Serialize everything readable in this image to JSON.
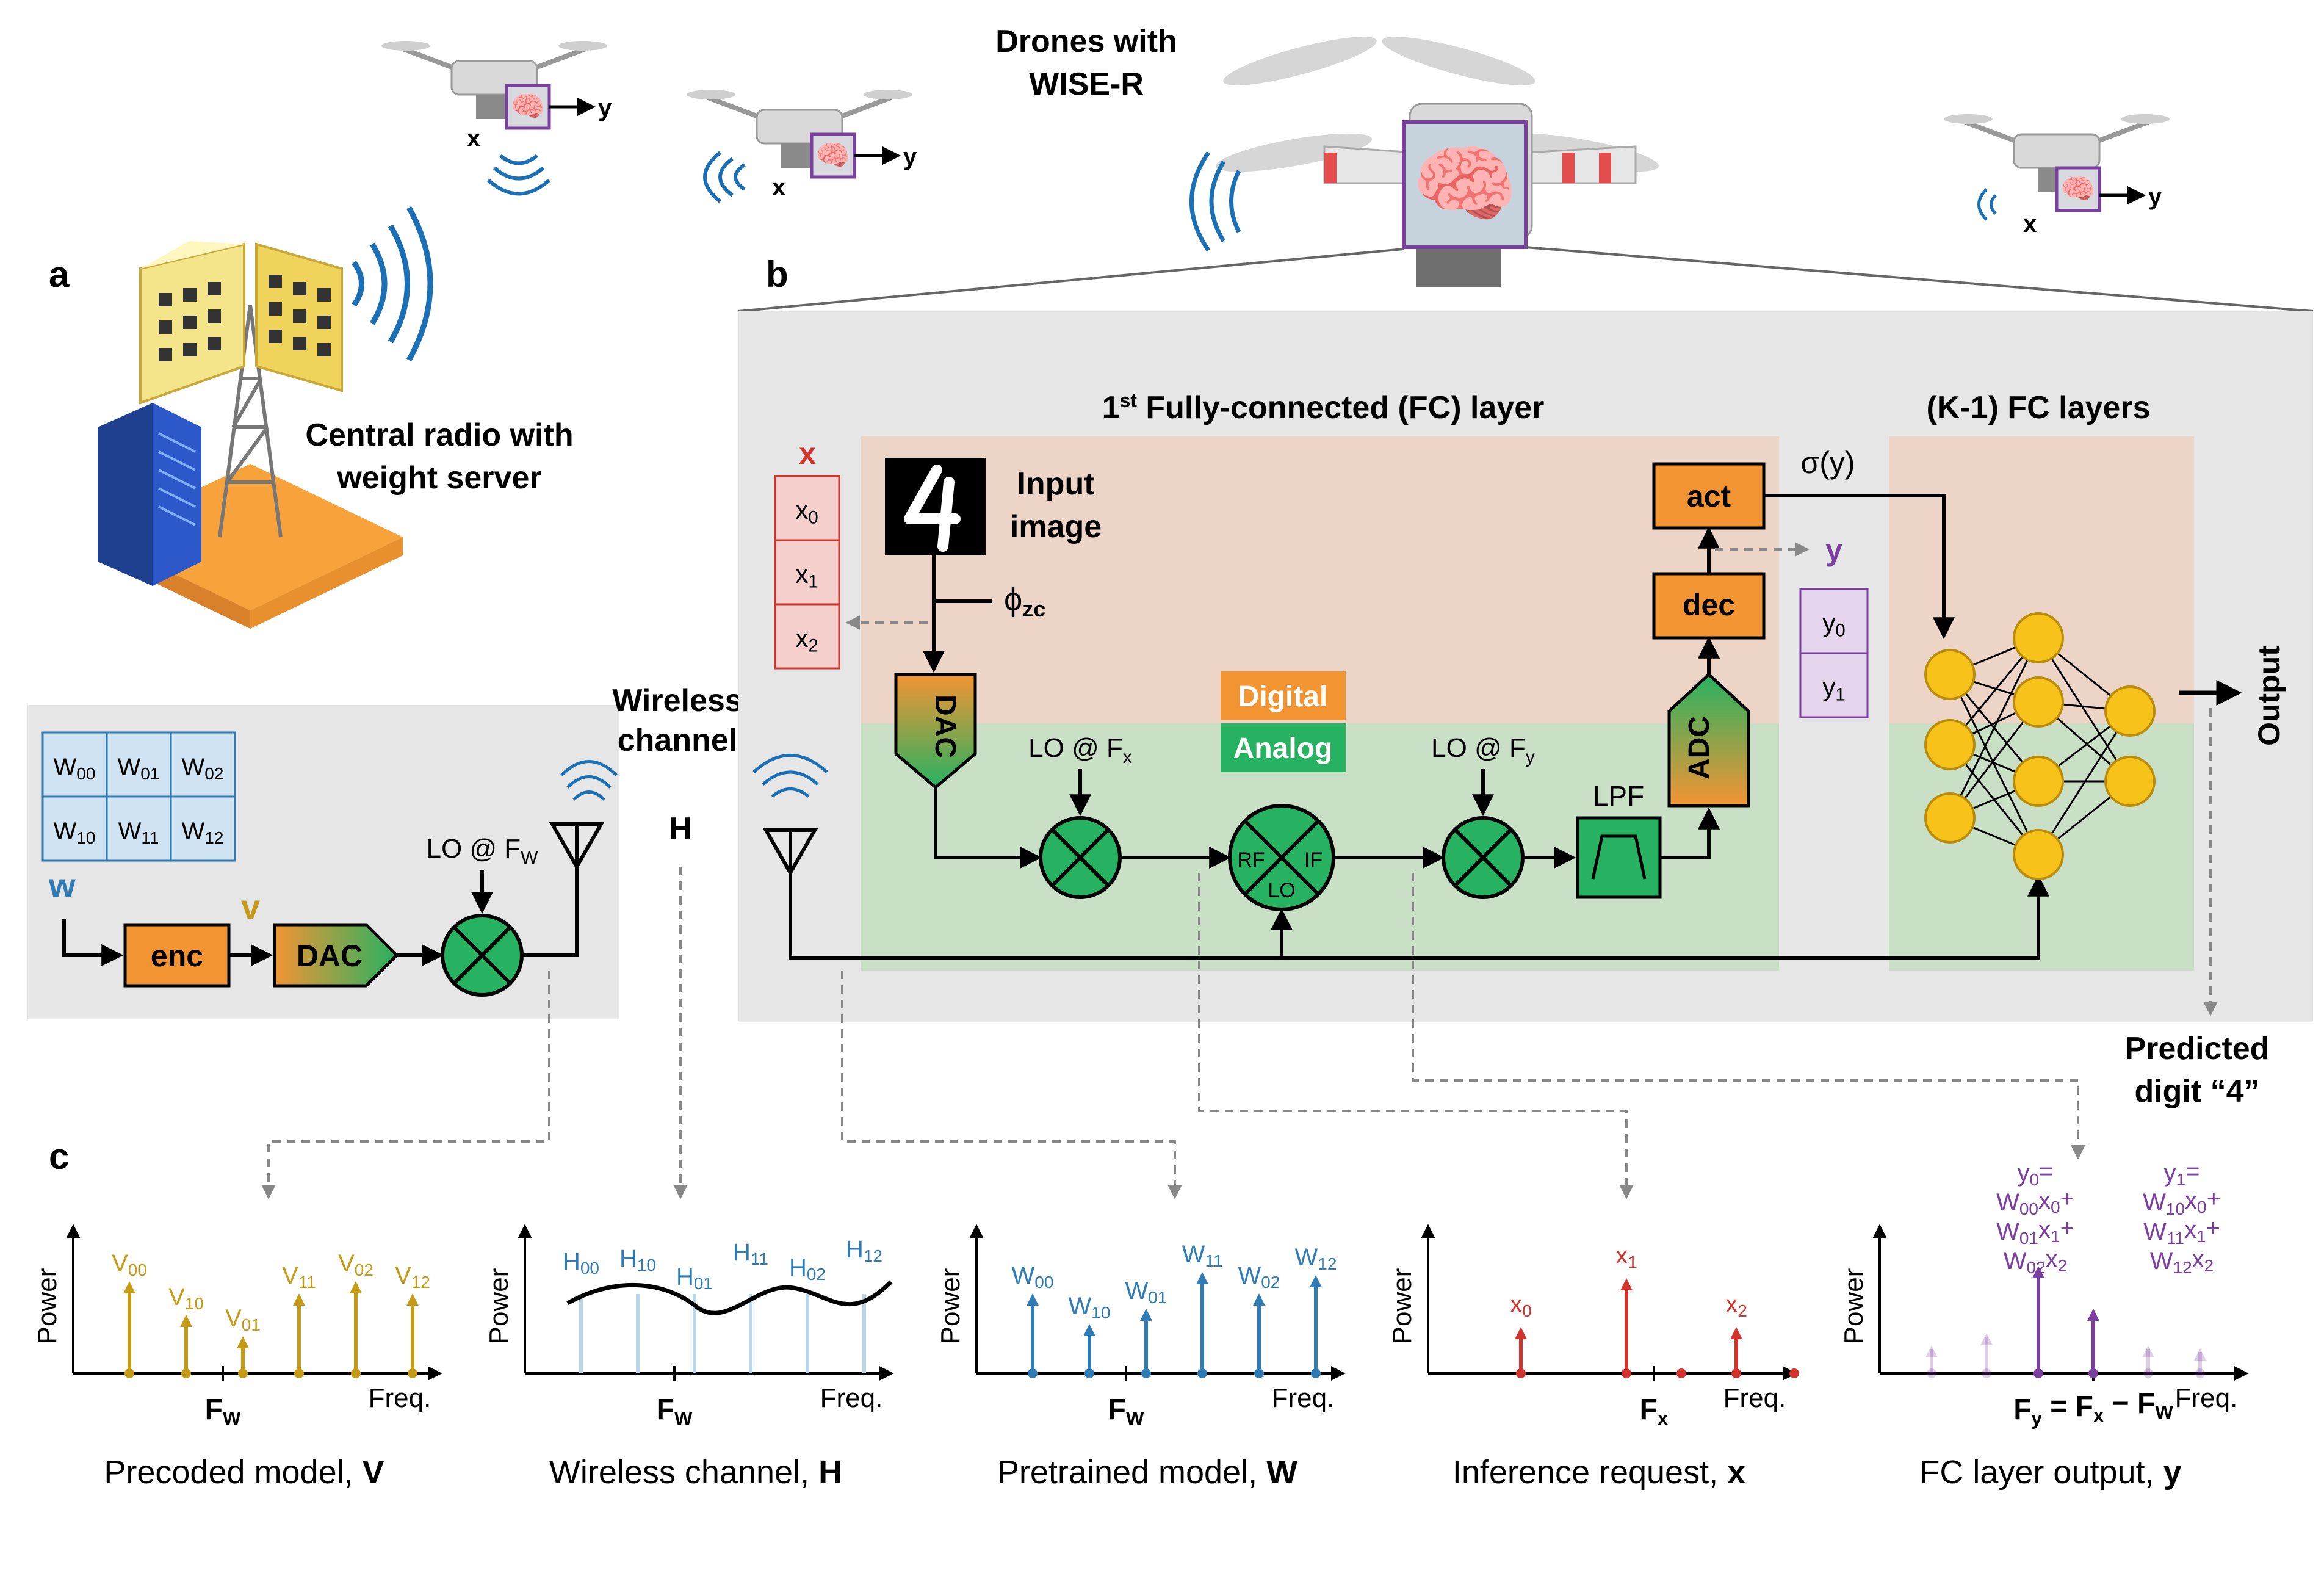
{
  "title": {
    "line1": "Drones with",
    "line2": "WISE-R"
  },
  "panels": {
    "a": "a",
    "b": "b",
    "c": "c"
  },
  "central": {
    "line1": "Central radio with",
    "line2": "weight server"
  },
  "wireless": {
    "line1": "Wireless",
    "line2": "channel",
    "H": "H"
  },
  "drone_labels": {
    "x": "x",
    "y": "y"
  },
  "tx": {
    "W": [
      [
        "W00",
        "W01",
        "W02"
      ],
      [
        "W10",
        "W11",
        "W12"
      ]
    ],
    "w_label": "w",
    "v_label": "v",
    "enc": "enc",
    "dac": "DAC",
    "lo": "LO @ F",
    "lo_sub": "W"
  },
  "fc1": {
    "title_sup": "st",
    "title_pre": "1",
    "title_post": " Fully-connected (FC) layer"
  },
  "fck": {
    "title": "(K-1) FC layers"
  },
  "x_vec": {
    "label": "x",
    "items": [
      "x0",
      "x1",
      "x2"
    ]
  },
  "y_vec": {
    "label": "y",
    "items": [
      "y0",
      "y1"
    ]
  },
  "input": {
    "line1": "Input",
    "line2": "image",
    "phi": "ϕ",
    "phi_sub": "zc"
  },
  "blocks": {
    "dac": "DAC",
    "adc": "ADC",
    "dec": "dec",
    "act": "act",
    "lpf": "LPF",
    "rf": "RF",
    "if": "IF",
    "lo": "LO"
  },
  "domains": {
    "digital": "Digital",
    "analog": "Analog"
  },
  "lo_fx": {
    "pre": "LO @ F",
    "sub": "x"
  },
  "lo_fy": {
    "pre": "LO @ F",
    "sub": "y"
  },
  "sigma": "σ(y)",
  "output": "Output",
  "predicted": {
    "line1": "Predicted",
    "line2": "digit “4”"
  },
  "axis": {
    "ylabel": "Power",
    "xlabel": "Freq."
  },
  "charts": [
    {
      "caption": "Precoded model, ",
      "caption_bold": "V",
      "marker_pre": "F",
      "marker_sub": "W",
      "color": "#c49a16",
      "labels": [
        "V00",
        "V10",
        "V01",
        "V11",
        "V02",
        "V12"
      ]
    },
    {
      "caption": "Wireless channel, ",
      "caption_bold": "H",
      "marker_pre": "F",
      "marker_sub": "W",
      "color": "#2e7bb5",
      "labels": [
        "H00",
        "H10",
        "H01",
        "H11",
        "H02",
        "H12"
      ]
    },
    {
      "caption": "Pretrained model, ",
      "caption_bold": "W",
      "marker_pre": "F",
      "marker_sub": "W",
      "color": "#2e7bb5",
      "labels": [
        "W00",
        "W10",
        "W01",
        "W11",
        "W02",
        "W12"
      ]
    },
    {
      "caption": "Inference request, ",
      "caption_bold": "x",
      "marker_pre": "F",
      "marker_sub": "x",
      "color": "#d0342c",
      "labels": [
        "x0",
        "x1",
        "x2"
      ]
    },
    {
      "caption": "FC layer output, ",
      "caption_bold": "y",
      "marker_pre": "F",
      "marker_sub": "y",
      "marker_rest": " = F",
      "marker_rest_sub": "x",
      "marker_rest2": " − F",
      "marker_rest2_sub": "W",
      "color": "#7b3fa0",
      "y0": [
        "y0=",
        "W00x0+",
        "W01x1+",
        "W02x2"
      ],
      "y1": [
        "y1=",
        "W10x0+",
        "W11x1+",
        "W12x2"
      ]
    }
  ],
  "colors": {
    "orange": "#f39433",
    "green": "#27b262",
    "purple": "#7b3fa0",
    "red": "#d0342c",
    "blue": "#2e7bb5",
    "gold": "#c49a16",
    "neuron": "#f7c21a"
  }
}
